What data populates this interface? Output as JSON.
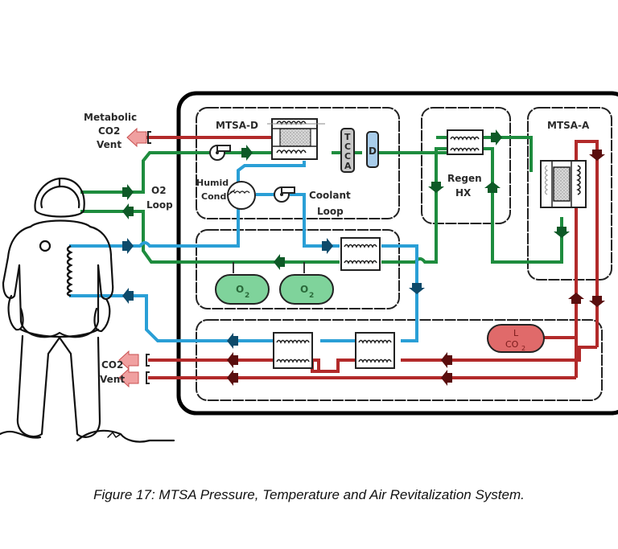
{
  "figure": {
    "caption": "Figure 17:  MTSA Pressure, Temperature and Air Revitalization System."
  },
  "labels": {
    "metabolic_vent": [
      "Metabolic",
      "CO2",
      "Vent"
    ],
    "o2_loop": [
      "O2",
      "Loop"
    ],
    "mtsa_d": "MTSA-D",
    "humid_cond": [
      "Humid",
      "Cond"
    ],
    "coolant_loop": [
      "Coolant",
      "Loop"
    ],
    "tcca": [
      "T",
      "C",
      "C",
      "A"
    ],
    "d_unit": "D",
    "regen_hx": [
      "Regen",
      "HX"
    ],
    "mtsa_a": "MTSA-A",
    "o2_tank_1": "O",
    "o2_tank_2": "O",
    "o2_sub": "2",
    "lco2": [
      "L",
      "CO"
    ],
    "lco2_sub": "2",
    "co2_vent": [
      "CO2",
      "Vent"
    ]
  },
  "colors": {
    "oxygen_loop": "#1e8c3e",
    "coolant_loop": "#2a9fd6",
    "co2_lines": "#b22a2a",
    "o2_tank_fill": "#7fd39b",
    "lco2_tank_fill": "#e06a6a",
    "d_unit_fill": "#a9cdeb",
    "tcca_fill": "#c8c8c8",
    "vent_arrow": "#f0a0a0"
  },
  "legend_semantics": {
    "green": "O2 Loop",
    "blue": "Coolant Loop",
    "red": "CO2"
  }
}
